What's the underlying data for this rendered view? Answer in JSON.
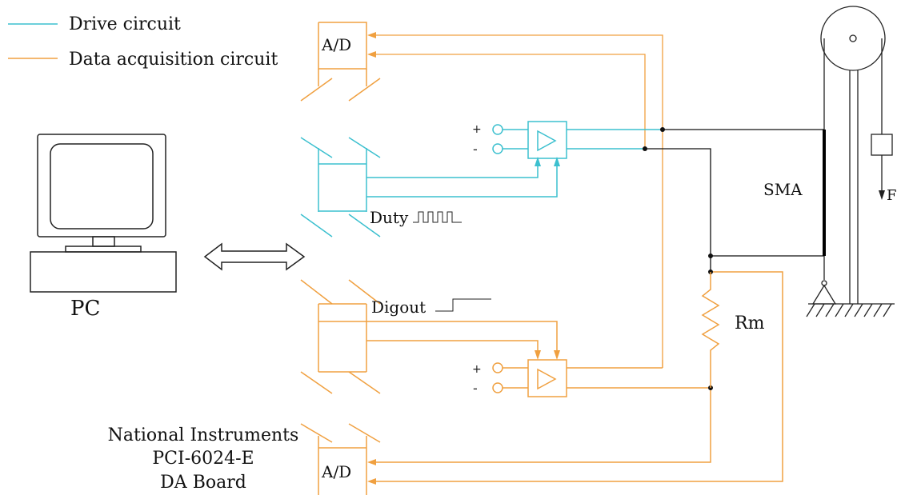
{
  "legend": {
    "drive": "Drive circuit",
    "acquisition": "Data acquisition circuit"
  },
  "colors": {
    "drive": "#3cc0cf",
    "acquisition": "#f0a040",
    "wire": "#111111",
    "mechanical": "#222222"
  },
  "labels": {
    "ad_top": "A/D",
    "ad_bottom": "A/D",
    "duty": "Duty",
    "digout": "Digout",
    "pc": "PC",
    "board_line1": "National Instruments",
    "board_line2": "PCI-6024-E",
    "board_line3": "DA Board",
    "sma": "SMA",
    "rm": "Rm",
    "force": "F",
    "plus": "+",
    "minus": "-"
  },
  "icons": {
    "pc": "computer-monitor-icon",
    "arrow": "double-arrow-icon",
    "amplifier": "op-amp-triangle-icon",
    "resistor": "resistor-zigzag-icon",
    "pulley": "pulley-icon",
    "ground": "ground-hatch-icon",
    "weight": "weight-icon"
  }
}
